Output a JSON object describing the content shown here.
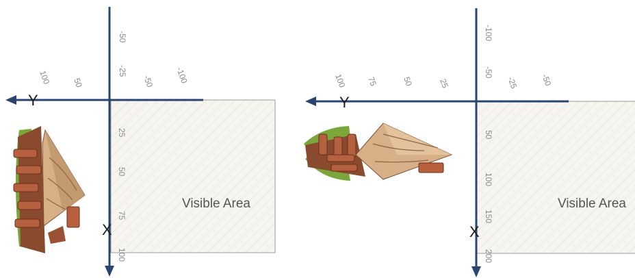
{
  "colors": {
    "axis": "#2a4670",
    "area_fill": "#f6f4ee",
    "area_stroke": "#9a9a9a"
  },
  "diagrams": [
    {
      "id": "left",
      "y_axis_label": "Y",
      "x_axis_label": "X",
      "area_label": "Visible Area",
      "top_ticks": [
        "-50",
        "-25"
      ],
      "diag_ticks": [
        "100",
        "50",
        "-50",
        "-100"
      ],
      "bottom_ticks": [
        "25",
        "50",
        "75",
        "100"
      ],
      "sprite_icon": "wooden-ship-sprite-icon"
    },
    {
      "id": "right",
      "y_axis_label": "Y",
      "x_axis_label": "X",
      "area_label": "Visible Area",
      "top_ticks": [
        "-100",
        "-50"
      ],
      "diag_ticks": [
        "100",
        "75",
        "50",
        "25",
        "-25",
        "-50"
      ],
      "bottom_ticks": [
        "50",
        "100",
        "150",
        "200"
      ],
      "sprite_icon": "wooden-ship-sprite-icon"
    }
  ]
}
